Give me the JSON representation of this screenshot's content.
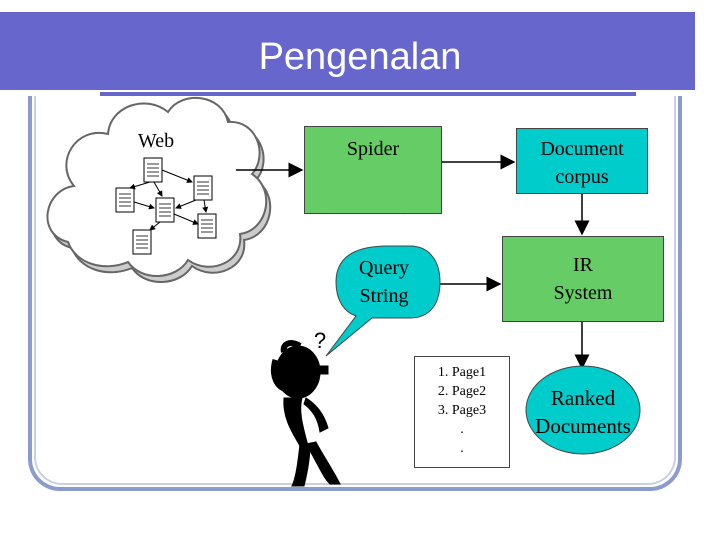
{
  "slide": {
    "title": "Pengenalan"
  },
  "diagram": {
    "web_label": "Web",
    "spider_label": "Spider",
    "corpus_label_line1": "Document",
    "corpus_label_line2": "corpus",
    "query_label_line1": "Query",
    "query_label_line2": "String",
    "ir_label_line1": "IR",
    "ir_label_line2": "System",
    "ranked_label_line1": "Ranked",
    "ranked_label_line2": "Documents",
    "question_mark": "?",
    "results": [
      "1. Page1",
      "2. Page2",
      "3. Page3",
      ".",
      "."
    ]
  },
  "colors": {
    "title_bar": "#6666cc",
    "spider_box": "#66cc66",
    "corpus_box": "#00cccc",
    "ir_box": "#66cc66",
    "query_bubble": "#00cccc",
    "ranked_ellipse": "#00cccc"
  },
  "icons": [
    "spider-icon",
    "web-page-icon",
    "thinking-person-icon",
    "cloud-icon"
  ]
}
